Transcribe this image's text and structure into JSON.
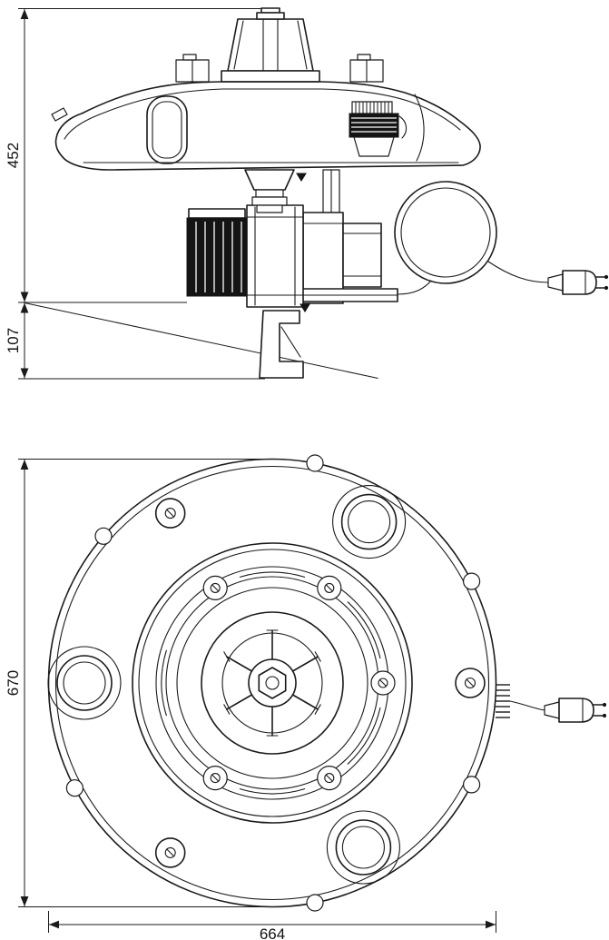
{
  "drawing": {
    "background": "#ffffff",
    "line_color": "#1a1a1a",
    "side_view": {
      "dim_top": "452",
      "dim_bottom": "107"
    },
    "plan_view": {
      "dim_height": "670",
      "dim_width": "664"
    }
  }
}
